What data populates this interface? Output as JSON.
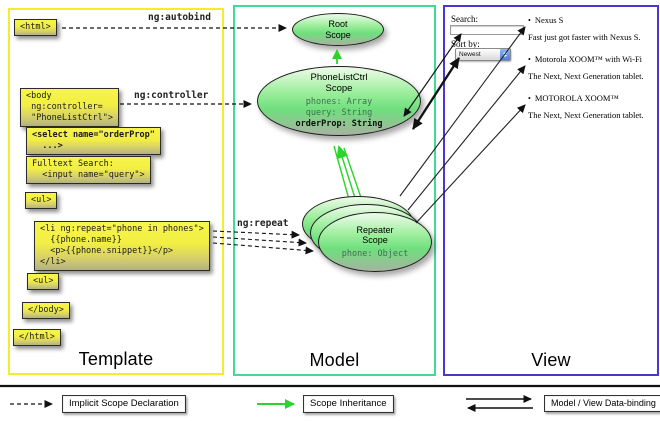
{
  "columns": {
    "template": {
      "label": "Template",
      "border_color": "#f2ee2e"
    },
    "model": {
      "label": "Model",
      "border_color": "#3edc94"
    },
    "view": {
      "label": "View",
      "border_color": "#4936d3"
    }
  },
  "template_column": {
    "code_boxes": {
      "html_open": "<html>",
      "body_open": "<body\n ng:controller=\n \"PhoneListCtrl\">",
      "select": "<select name=\"orderProp\"\n  ...>",
      "fulltext": "Fulltext Search:\n  <input name=\"query\">",
      "ul_open": "<ul>",
      "li_repeat": "<li ng:repeat=\"phone in phones\">\n  {{phone.name}}\n  <p>{{phone.snippet}}</p>\n</li>",
      "ul_close": "<ul>",
      "body_close": "</body>",
      "html_close": "</html>"
    }
  },
  "edge_labels": {
    "autobind": "ng:autobind",
    "controller": "ng:controller",
    "repeat": "ng:repeat"
  },
  "model_column": {
    "root_scope_title": "Root\nScope",
    "phonelist_title": "PhoneListCtrl\nScope",
    "phonelist_props": {
      "phones": "phones: Array",
      "query": "query: String",
      "orderProp": "orderProp: String"
    },
    "repeater_title": "Repeater\nScope",
    "repeater_prop": "phone: Object"
  },
  "view_column": {
    "search_label": "Search:",
    "search_value": "",
    "sort_label": "Sort by:",
    "sort_value": "Newest",
    "items": [
      {
        "title": "Nexus S",
        "desc": "Fast just got faster with Nexus S."
      },
      {
        "title": "Motorola XOOM™ with Wi-Fi",
        "desc": "The Next, Next Generation tablet."
      },
      {
        "title": "MOTOROLA XOOM™",
        "desc": "The Next, Next Generation tablet."
      }
    ]
  },
  "legend": {
    "implicit": "Implicit Scope Declaration",
    "inheritance": "Scope Inheritance",
    "binding": "Model / View Data-binding"
  },
  "colors": {
    "template_border": "#f2ee2e",
    "model_border": "#3edc94",
    "view_border": "#4936d3",
    "scope_fill_top": "#eefbea",
    "scope_fill_mid": "#84e884",
    "scope_fill_bottom": "#a7b3a0",
    "code_box_top": "#f6f33f",
    "code_box_bottom": "#b4b184",
    "inheritance_arrow": "#2bd42b"
  }
}
